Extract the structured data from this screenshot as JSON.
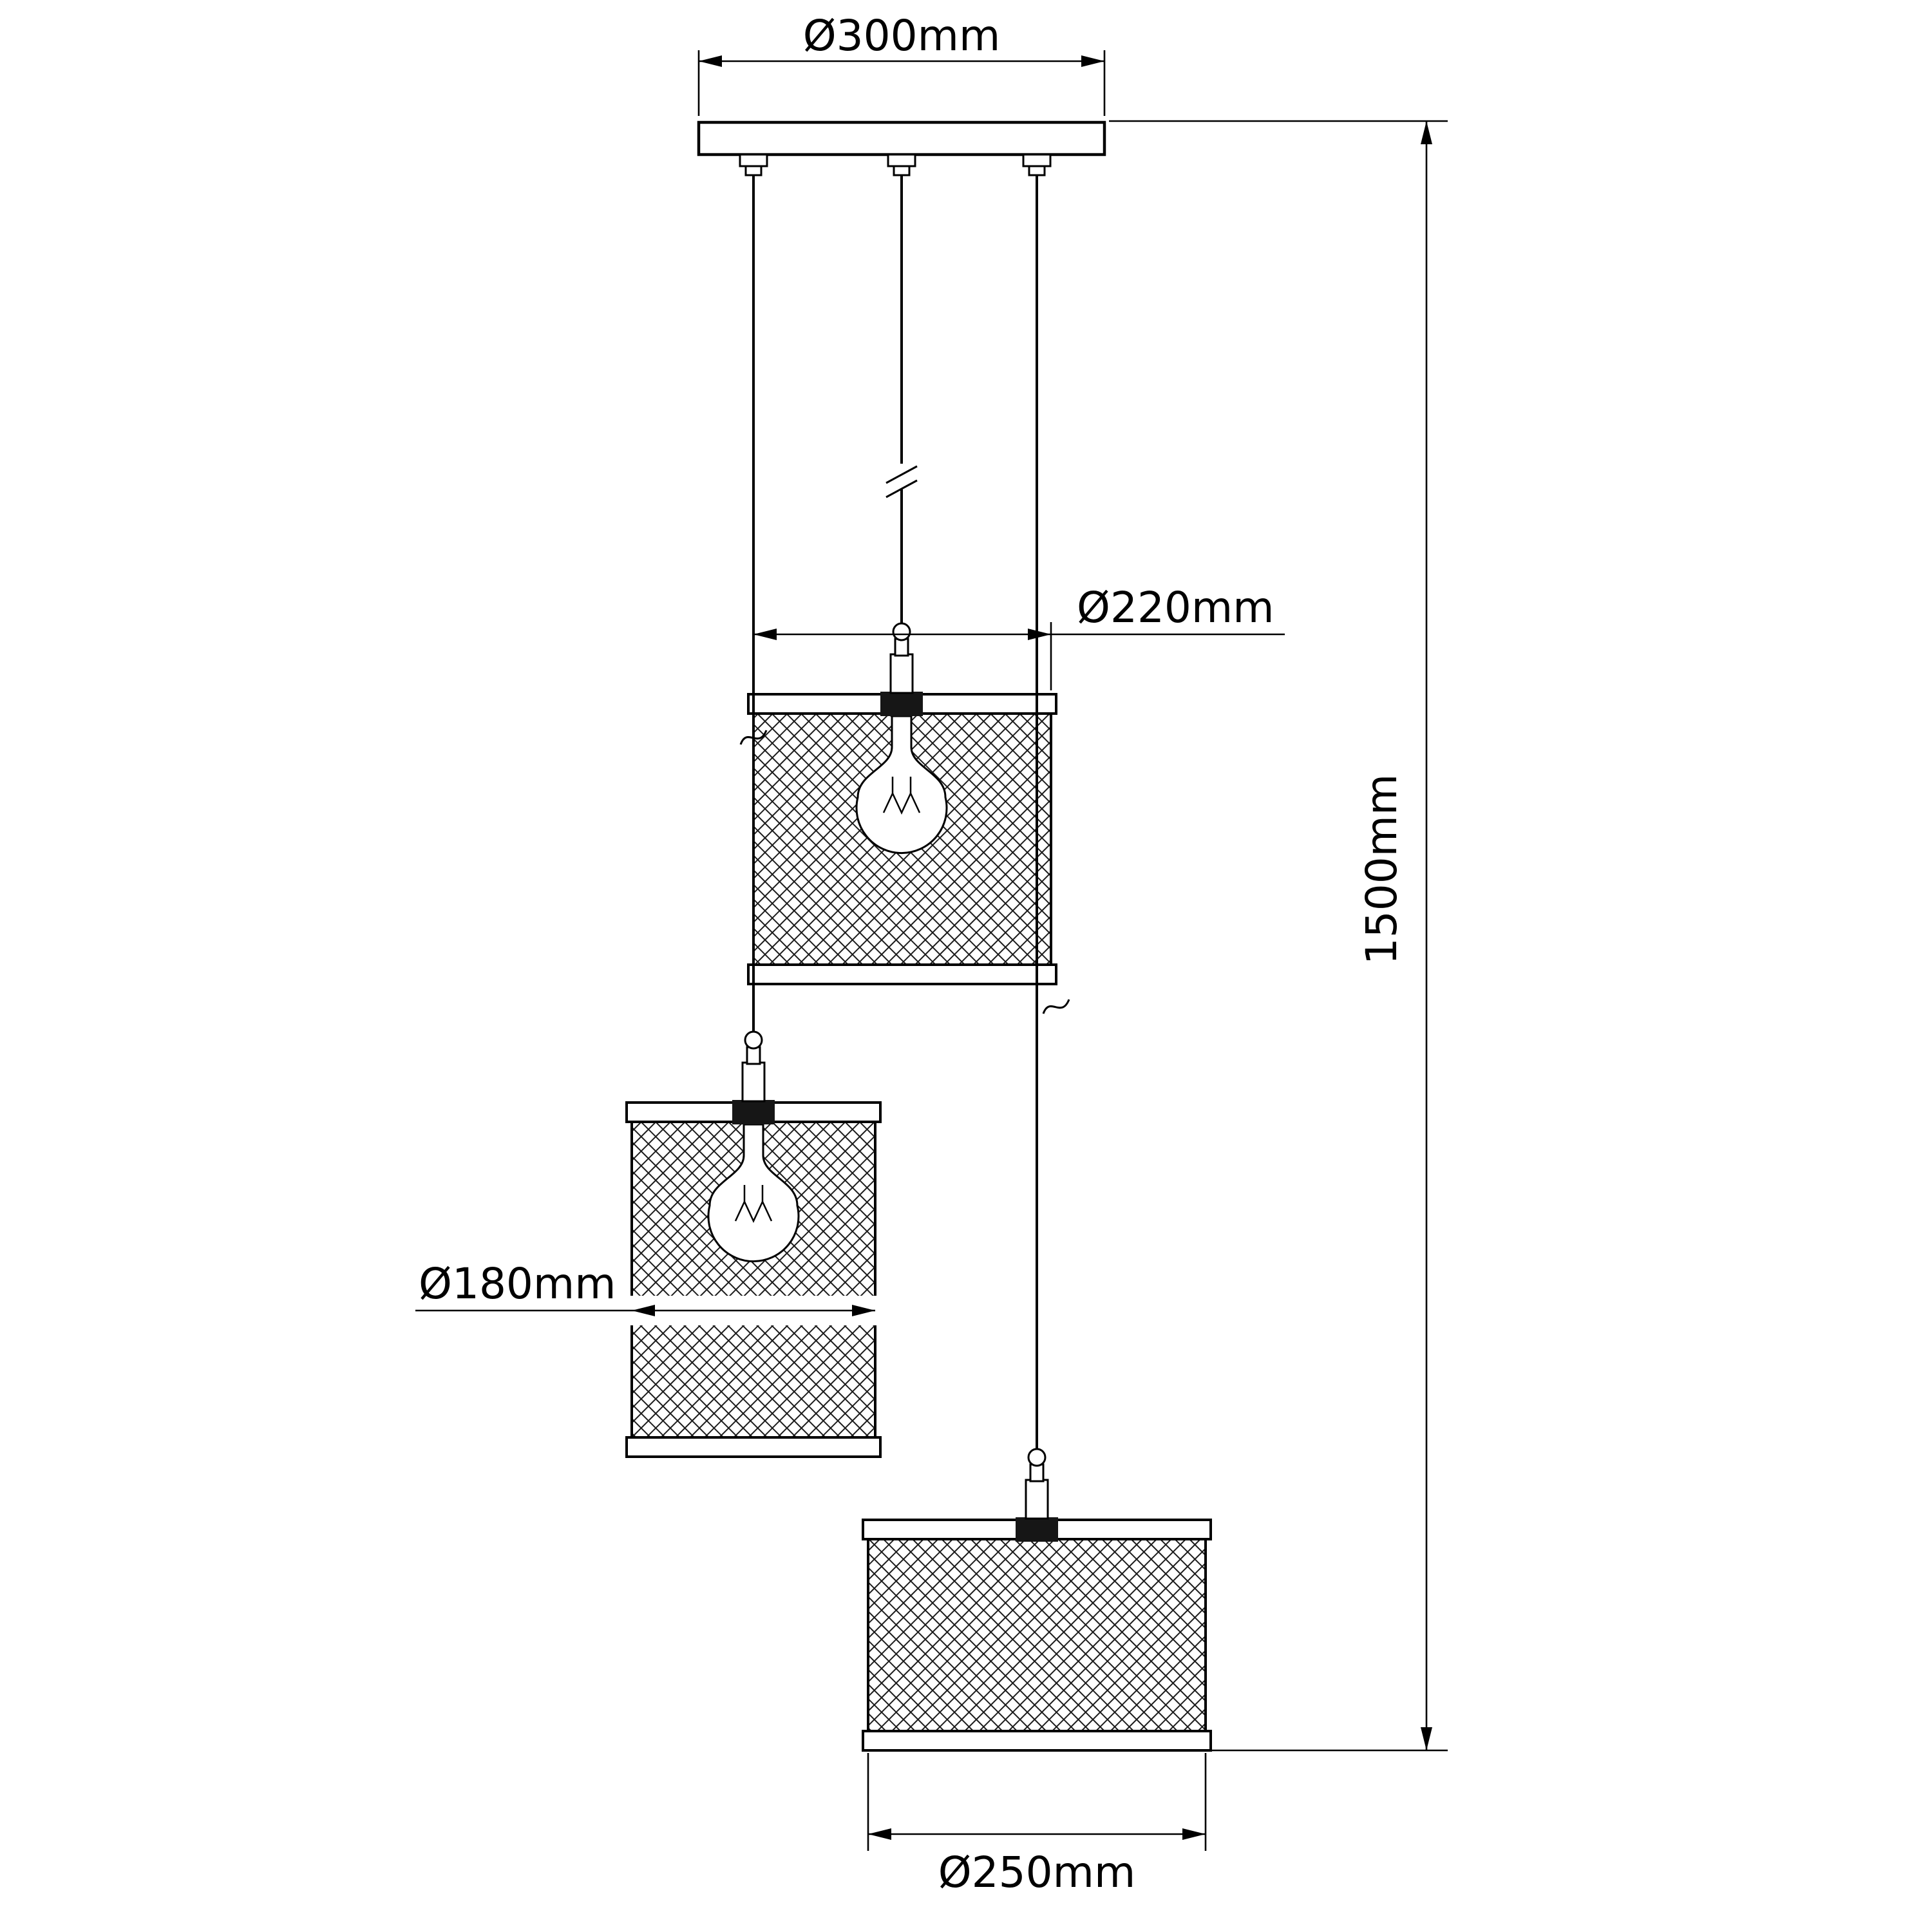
{
  "diagram": {
    "type": "technical-dimension-drawing",
    "subject": "three-light cluster pendant lamp with mesh shades",
    "colors": {
      "line": "#000000",
      "background": "#ffffff"
    },
    "dimensions": {
      "canopy_width": "Ø300mm",
      "middle_shade_diameter": "Ø220mm",
      "left_shade_diameter": "Ø180mm",
      "right_shade_diameter": "Ø250mm",
      "overall_height": "1500mm"
    }
  }
}
